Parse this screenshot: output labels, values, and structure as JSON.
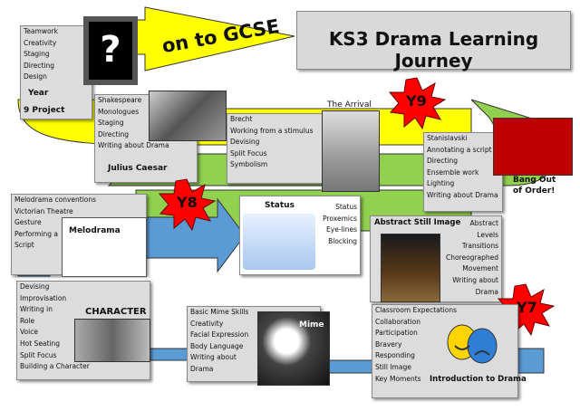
{
  "title": "KS3 Drama Learning Journey",
  "arrow_text": "on to GCSE",
  "question_mark": "?",
  "year_badges": {
    "y9": "Y9",
    "y8": "Y8",
    "y7": "Y7"
  },
  "year9_project": {
    "items": [
      "Teamwork",
      "Creativity",
      "Staging",
      "Directing",
      "Design"
    ],
    "caption_line1": "Year",
    "caption_line2": "9 Project"
  },
  "julius_caesar": {
    "items": [
      "Shakespeare",
      "Monologues",
      "Staging",
      "Directing",
      "Writing about Drama"
    ],
    "caption": "Julius Caesar"
  },
  "the_arrival": {
    "title": "The Arrival",
    "items": [
      "Brecht",
      "Working from a stimulus",
      "Devising",
      "Split Focus",
      "Symbolism"
    ]
  },
  "bang_out_of_order": {
    "items": [
      "Stanislavski",
      "Annotating a script",
      "Directing",
      "Ensemble work",
      "Lighting",
      "Writing about Drama"
    ],
    "caption_line1": "Bang Out",
    "caption_line2": "of Order!"
  },
  "melodrama": {
    "items": [
      "Melodrama conventions",
      "Victorian Theatre",
      "Gesture",
      "Performing a",
      "Script"
    ],
    "caption": "Melodrama"
  },
  "status": {
    "caption": "Status",
    "items": [
      "Status",
      "Proxemics",
      "Eye-lines",
      "Blocking"
    ]
  },
  "abstract_still_image": {
    "caption": "Abstract Still Image",
    "items": [
      "Abstract",
      "Levels",
      "Transitions",
      "Choreographed",
      "Movement",
      "Writing about",
      "Drama"
    ]
  },
  "character": {
    "caption": "CHARACTER",
    "items": [
      "Devising",
      "Improvisation",
      "Writing in",
      "Role",
      "Voice",
      "Hot Seating",
      "Split Focus",
      "Building a Character"
    ]
  },
  "mime": {
    "caption": "Mime",
    "items": [
      "Basic Mime Skills",
      "Creativity",
      "Facial Expression",
      "Body Language",
      "Writing about",
      "Drama"
    ]
  },
  "intro_to_drama": {
    "items": [
      "Classroom Expectations",
      "Collaboration",
      "Participation",
      "Bravery",
      "Responding",
      "Still Image",
      "Key Moments"
    ],
    "caption": "Introduction to Drama"
  },
  "colors": {
    "yellow_path": "#ffff00",
    "green_path": "#92d050",
    "blue_path": "#5b9bd5",
    "star_red": "#ff0000",
    "box_grey": "#dcdcdc"
  }
}
